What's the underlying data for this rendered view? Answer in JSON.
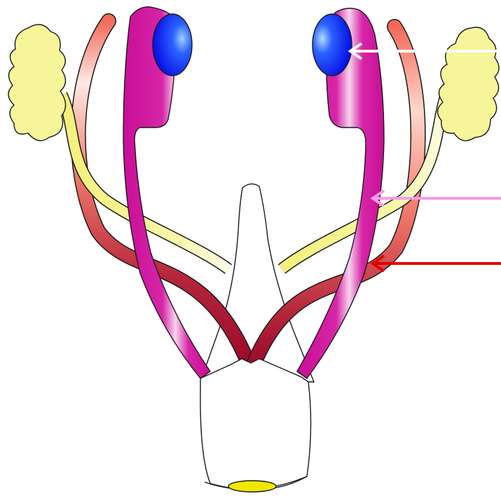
{
  "diagram": {
    "labels": [],
    "colors": {
      "background": "#ffffff",
      "outline": "#1a1a1a",
      "fat_body": "#f7f59a",
      "yellow_duct": "#f5f38a",
      "magenta_tube": "#cc0f9a",
      "testis_blue": "#0a14e6",
      "testis_highlight": "#9fd0ff",
      "red_duct_light": "#f07a6a",
      "red_duct_dark": "#9b0a2a",
      "central_body": "#ffffff",
      "bottom_opening": "#f0e800",
      "arrow_white": "#ffffff",
      "arrow_pink": "#f59ae8",
      "arrow_red": "#e30000"
    },
    "arrows": [
      {
        "name": "arrow-to-testis",
        "color": "#ffffff"
      },
      {
        "name": "arrow-to-magenta-tube",
        "color": "#f59ae8"
      },
      {
        "name": "arrow-to-red-duct",
        "color": "#e30000"
      }
    ]
  }
}
